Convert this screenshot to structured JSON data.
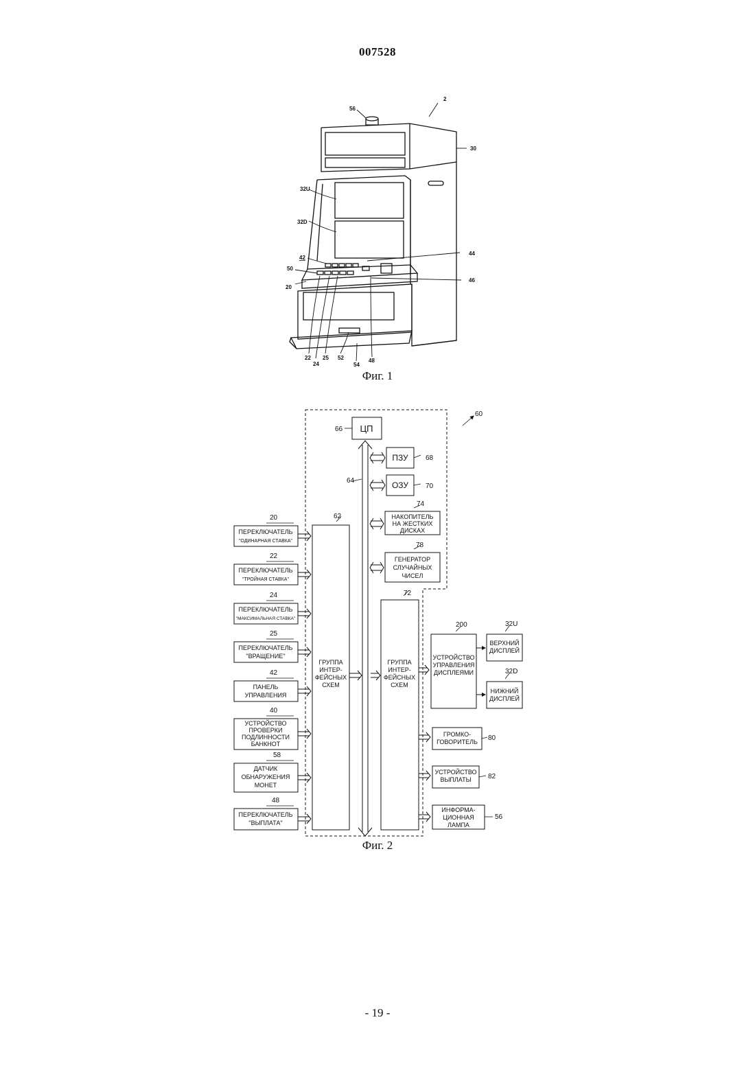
{
  "header": {
    "doc_number": "007528"
  },
  "figure1": {
    "caption": "Фиг. 1",
    "refs": {
      "machine": "2",
      "lamp": "56",
      "cabinet": "30",
      "upper_display": "32U",
      "lower_display": "32D",
      "control_panel": "42",
      "c44": "44",
      "c50": "50",
      "c46": "46",
      "c20": "20",
      "c22": "22",
      "c24": "24",
      "c25": "25",
      "c52": "52",
      "c54": "54",
      "c48": "48"
    }
  },
  "figure2": {
    "caption": "Фиг. 2",
    "refs": {
      "system": "60",
      "cpu": "66",
      "bus": "64",
      "rom": "68",
      "ram": "70",
      "hdd": "74",
      "rng": "78",
      "iface_left": "62",
      "iface_right": "72",
      "display_ctrl": "200",
      "upper": "32U",
      "lower": "32D",
      "speaker": "80",
      "payout": "82",
      "lamp": "56"
    },
    "cpu": "ЦП",
    "rom": "ПЗУ",
    "ram": "ОЗУ",
    "hdd": [
      "НАКОПИТЕЛЬ",
      "НА ЖЕСТКИХ",
      "ДИСКАХ"
    ],
    "rng": [
      "ГЕНЕРАТОР",
      "СЛУЧАЙНЫХ",
      "ЧИСЕЛ"
    ],
    "iface_left": [
      "ГРУППА",
      "ИНТЕР-",
      "ФЕЙСНЫХ",
      "СХЕМ"
    ],
    "iface_right": [
      "ГРУППА",
      "ИНТЕР-",
      "ФЕЙСНЫХ",
      "СХЕМ"
    ],
    "display_ctrl": [
      "УСТРОЙСТВО",
      "УПРАВЛЕНИЯ",
      "ДИСПЛЕЯМИ"
    ],
    "upper_display": [
      "ВЕРХНИЙ",
      "ДИСПЛЕЙ"
    ],
    "lower_display": [
      "НИЖНИЙ",
      "ДИСПЛЕЙ"
    ],
    "speaker": [
      "ГРОМКО-",
      "ГОВОРИТЕЛЬ"
    ],
    "payout": [
      "УСТРОЙСТВО",
      "ВЫПЛАТЫ"
    ],
    "lamp": [
      "ИНФОРМА-",
      "ЦИОННАЯ",
      "ЛАМПА"
    ],
    "inputs": [
      {
        "ref": "20",
        "lines": [
          "ПЕРЕКЛЮЧАТЕЛЬ",
          "\"ОДИНАРНАЯ СТАВКА\""
        ]
      },
      {
        "ref": "22",
        "lines": [
          "ПЕРЕКЛЮЧАТЕЛЬ",
          "\"ТРОЙНАЯ СТАВКА\""
        ]
      },
      {
        "ref": "24",
        "lines": [
          "ПЕРЕКЛЮЧАТЕЛЬ",
          "\"МАКСИМАЛЬНАЯ СТАВКА\""
        ]
      },
      {
        "ref": "25",
        "lines": [
          "ПЕРЕКЛЮЧАТЕЛЬ",
          "\"ВРАЩЕНИЕ\""
        ]
      },
      {
        "ref": "42",
        "lines": [
          "ПАНЕЛЬ",
          "УПРАВЛЕНИЯ"
        ]
      },
      {
        "ref": "40",
        "lines": [
          "УСТРОЙСТВО",
          "ПРОВЕРКИ",
          "ПОДЛИННОСТИ",
          "БАНКНОТ"
        ]
      },
      {
        "ref": "58",
        "lines": [
          "ДАТЧИК",
          "ОБНАРУЖЕНИЯ",
          "МОНЕТ"
        ]
      },
      {
        "ref": "48",
        "lines": [
          "ПЕРЕКЛЮЧАТЕЛЬ",
          "\"ВЫПЛАТА\""
        ]
      }
    ]
  },
  "footer": {
    "page_number": "- 19 -"
  }
}
